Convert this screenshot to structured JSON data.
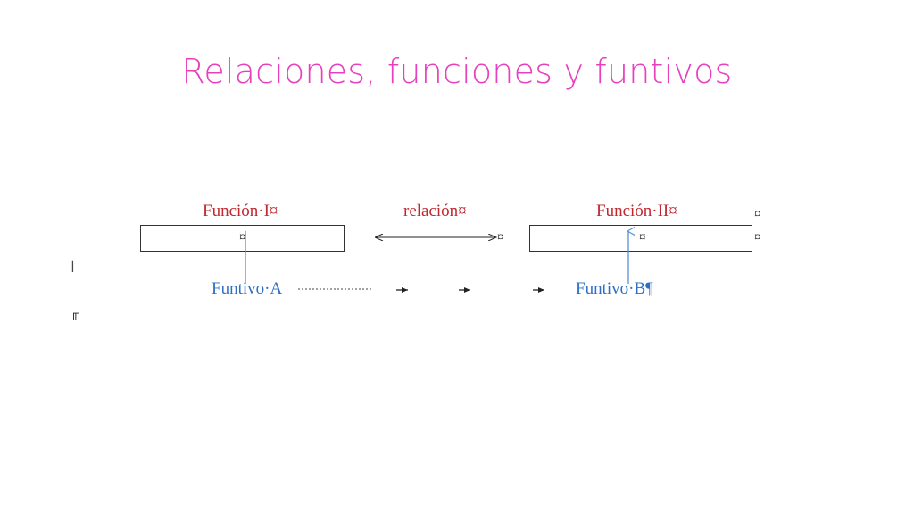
{
  "slide": {
    "title": "Relaciones, funciones y funtivos"
  },
  "diagram": {
    "funcion_1": "Función·I¤",
    "relacion": "relación¤",
    "funcion_2": "Función·II¤",
    "cell_mark_1": "¤",
    "cell_mark_2": "¤",
    "cell_mark_3": "¤",
    "row_end_1": "¤",
    "row_end_2": "¤",
    "funtivo_a": "Funtivo·A",
    "funtivo_b": "Funtivo·B¶",
    "margin_mark_1": "‖",
    "margin_mark_2": "╓",
    "colors": {
      "title": "#e83fbf",
      "funcion": "#c0282f",
      "funtivo": "#2e6fc4",
      "arrow_funtivo": "#5b8fd6"
    }
  }
}
